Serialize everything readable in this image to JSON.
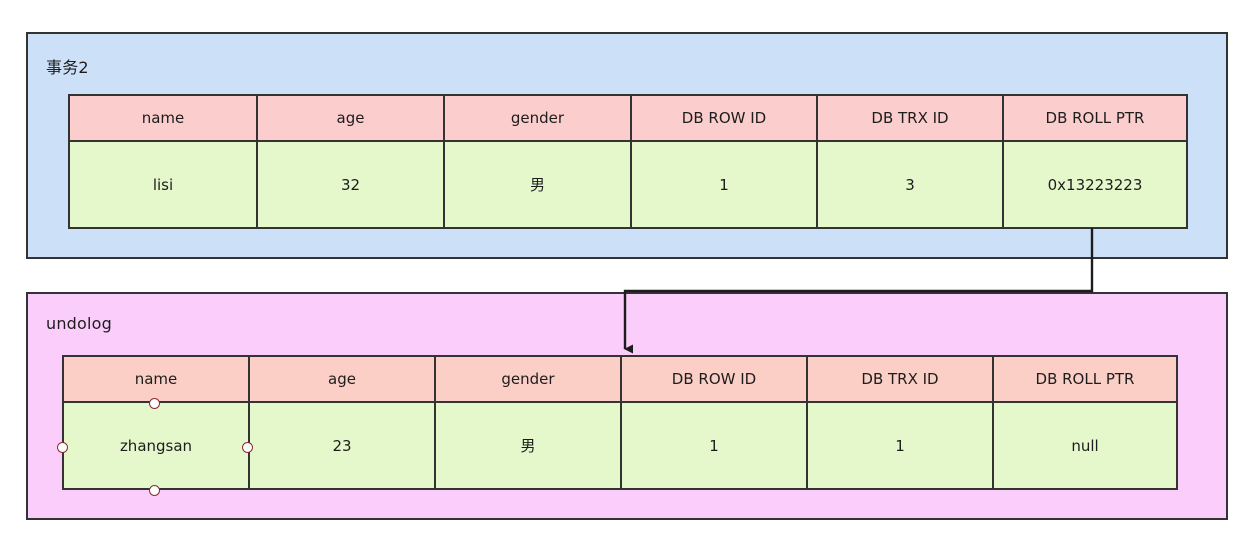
{
  "diagram": {
    "title": "MySQL MVCC undo log version chain",
    "background": "#ffffff"
  },
  "colors": {
    "transaction_box_fill": "#cce1f8",
    "undolog_box_fill": "#fbcdfb",
    "box_border": "#333333",
    "header_cell_fill_top": "#fbcdcd",
    "header_cell_fill_bottom": "#fbcfc5",
    "body_cell_fill": "#e4f8cb",
    "cell_border": "#333333",
    "handle_fill": "#ffffff",
    "handle_border": "#8b2b34",
    "connector_stroke": "#1d1d1d"
  },
  "transaction_box": {
    "label": "事务2",
    "table": {
      "headers": [
        "name",
        "age",
        "gender",
        "DB ROW ID",
        "DB TRX ID",
        "DB ROLL PTR"
      ],
      "rows": [
        [
          "lisi",
          "32",
          "男",
          "1",
          "3",
          "0x13223223"
        ]
      ]
    }
  },
  "undolog_box": {
    "label": "undolog",
    "table": {
      "headers": [
        "name",
        "age",
        "gender",
        "DB ROW ID",
        "DB TRX ID",
        "DB ROLL PTR"
      ],
      "rows": [
        [
          "zhangsan",
          "23",
          "男",
          "1",
          "1",
          "null"
        ]
      ]
    },
    "selected_cell": {
      "value": "zhangsan",
      "handles": [
        "top-handle",
        "bottom-handle",
        "left-handle",
        "right-handle"
      ]
    }
  },
  "connector": {
    "from": "DB ROLL PTR cell of 事务2 row",
    "to": "undolog table DB ROW ID column",
    "arrowhead": "down"
  }
}
